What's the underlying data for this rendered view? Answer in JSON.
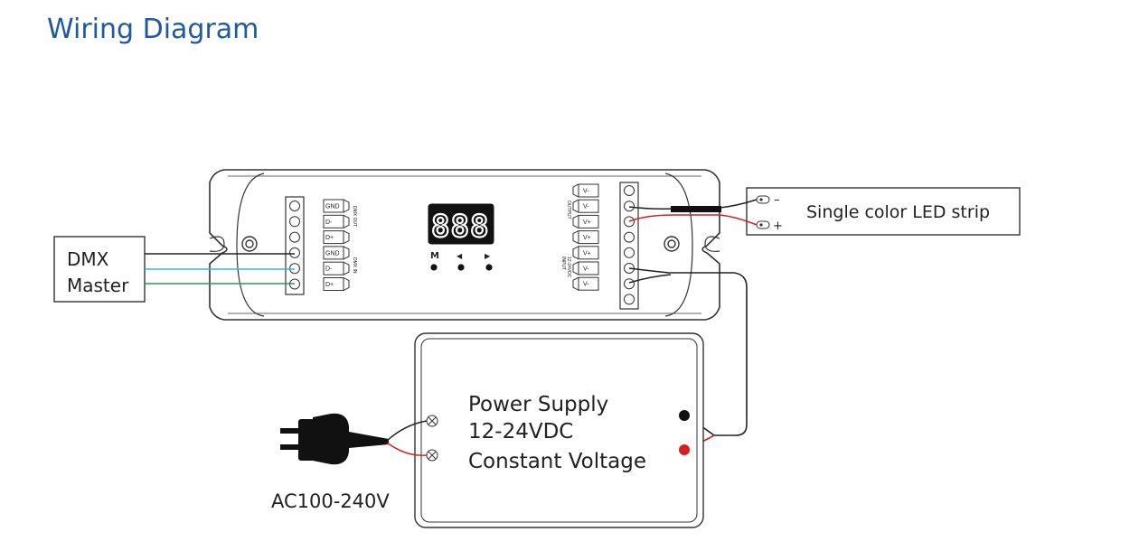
{
  "title": "Wiring Diagram",
  "dmx_master": {
    "line1": "DMX",
    "line2": "Master"
  },
  "led_strip": {
    "label": "Single color LED strip",
    "minus": "–",
    "plus": "+"
  },
  "power_supply": {
    "line1": "Power Supply",
    "line2": "12-24VDC",
    "line3": "Constant Voltage"
  },
  "ac_input": "AC100-240V",
  "display": {
    "digits": "888"
  },
  "buttons": {
    "m": "M",
    "left": "◀",
    "right": "▶"
  },
  "left_terminals": {
    "group_out_label": "DMX OUT",
    "group_in_label": "DMX IN",
    "pins": [
      "GND",
      "D-",
      "D+",
      "GND",
      "D-",
      "D+"
    ]
  },
  "right_terminals": {
    "output_label": "OUTPUT",
    "input_label": "INPUT",
    "input_sub_label": "12-24VDC",
    "pins": [
      "V-",
      "V-",
      "V+",
      "V+",
      "V+",
      "V-",
      "V-"
    ]
  },
  "colors": {
    "title": "#1f5aa0",
    "wire_red": "#d6201e",
    "wire_black": "#222222",
    "wire_blue": "#3ab3d8",
    "wire_green": "#2e9a52",
    "outline": "#333333"
  }
}
